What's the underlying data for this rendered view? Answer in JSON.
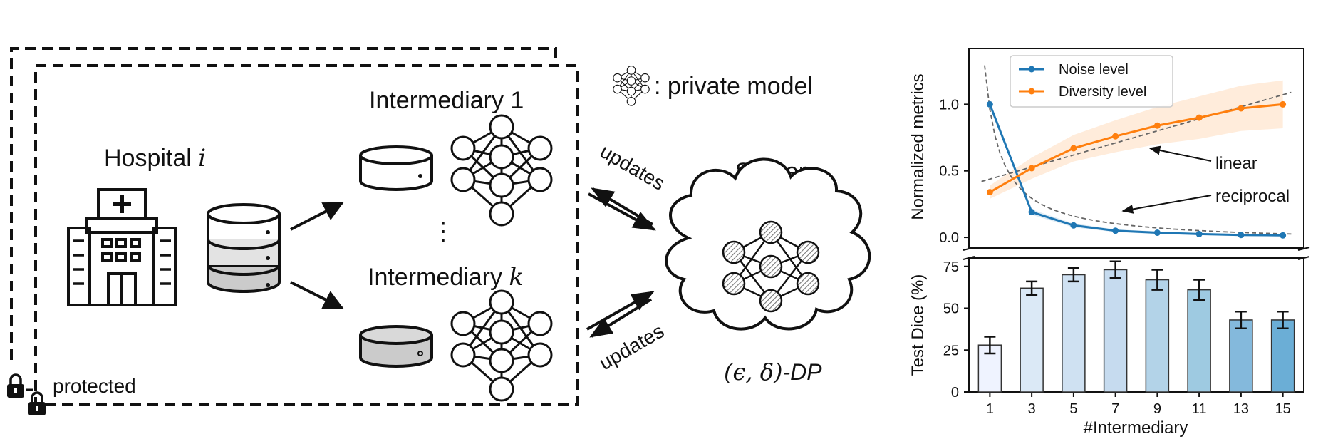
{
  "diagram": {
    "legend_private_model": ": private model",
    "hospital_label": "Hospital",
    "hospital_index": "i",
    "intermediary_1": "Intermediary 1",
    "intermediary_k_prefix": "Intermediary",
    "intermediary_k_index": "k",
    "ellipsis": "⋮",
    "updates_top": "updates",
    "updates_bottom": "updates",
    "server_label": "Server",
    "dp_label_math": "(ϵ, δ)",
    "dp_label_suffix": "-DP",
    "protected_label": "protected",
    "icons": [
      "neural-network-icon",
      "hospital-icon",
      "database-icon",
      "lock-icon",
      "cloud-icon",
      "arrow-icon"
    ],
    "colors": {
      "ink": "#111111",
      "disk_light": "#e3e3e3",
      "disk_dark": "#cbcbcb"
    }
  },
  "chart_data": [
    {
      "type": "line",
      "title": "",
      "xlabel": "",
      "ylabel": "Normalized metrics",
      "ylim": [
        -0.08,
        1.42
      ],
      "yticks": [
        "0.0",
        "0.5",
        "1.0"
      ],
      "ytick_values": [
        0,
        0.5,
        1.0
      ],
      "x": [
        1,
        3,
        5,
        7,
        9,
        11,
        13,
        15
      ],
      "xlim": [
        0,
        16
      ],
      "series": [
        {
          "name": "Noise level",
          "color": "#1f77b4",
          "values": [
            1.0,
            0.19,
            0.09,
            0.05,
            0.035,
            0.025,
            0.018,
            0.015
          ],
          "band": [
            0.02,
            0.02,
            0.015,
            0.01,
            0.01,
            0.008,
            0.008,
            0.008
          ]
        },
        {
          "name": "Diversity level",
          "color": "#ff7f0e",
          "values": [
            0.34,
            0.52,
            0.67,
            0.76,
            0.84,
            0.9,
            0.97,
            1.0
          ],
          "band": [
            0.05,
            0.08,
            0.1,
            0.12,
            0.14,
            0.16,
            0.17,
            0.18
          ]
        }
      ],
      "fits": [
        {
          "kind": "linear",
          "from": [
            0.6,
            0.42
          ],
          "to": [
            15.4,
            1.09
          ]
        },
        {
          "kind": "reciprocal"
        }
      ],
      "annotations": [
        {
          "text": "linear"
        },
        {
          "text": "reciprocal"
        }
      ],
      "legend": "top-left"
    },
    {
      "type": "bar",
      "xlabel": "#Intermediary",
      "ylabel": "Test Dice (%)",
      "ylim": [
        0,
        80
      ],
      "yticks": [
        "0",
        "25",
        "50",
        "75"
      ],
      "ytick_values": [
        0,
        25,
        50,
        75
      ],
      "categories": [
        "1",
        "3",
        "5",
        "7",
        "9",
        "11",
        "13",
        "15"
      ],
      "values": [
        28,
        62,
        70,
        73,
        67,
        61,
        43,
        43
      ],
      "errors": [
        5,
        4,
        4,
        5,
        6,
        6,
        5,
        5
      ],
      "colors": [
        "#eff3ff",
        "#dbe9f6",
        "#cfe1f2",
        "#c6dbef",
        "#b3d3e8",
        "#9ecae1",
        "#84b9dc",
        "#6baed6"
      ]
    }
  ]
}
